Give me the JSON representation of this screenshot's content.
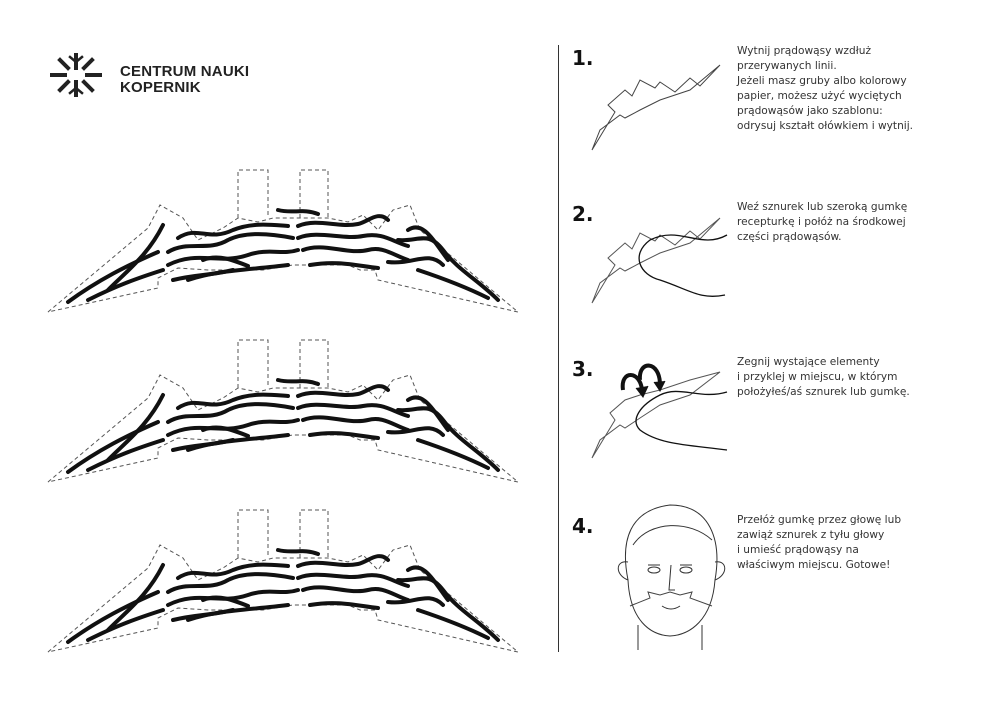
{
  "logo": {
    "line1": "CENTRUM NAUKI",
    "line2": "KOPERNIK"
  },
  "steps": [
    {
      "number": "1.",
      "lines": [
        "Wytnij prądowąsy wzdłuż",
        "przerywanych linii.",
        "Jeżeli masz gruby albo kolorowy",
        "papier, możesz użyć wyciętych",
        "prądowąsów jako szablonu:",
        "odrysuj kształt ołówkiem i wytnij."
      ]
    },
    {
      "number": "2.",
      "lines": [
        "Weź sznurek lub szeroką gumkę",
        "recepturkę i połóż na środkowej",
        "części prądowąsów."
      ]
    },
    {
      "number": "3.",
      "lines": [
        "Zegnij wystające elementy",
        "i przyklej w miejscu, w którym",
        "położyłeś/aś sznurek lub gumkę."
      ]
    },
    {
      "number": "4.",
      "lines": [
        "Przełóż gumkę przez głowę lub",
        "zawiąż sznurek z tyłu głowy",
        "i umieść prądowąsy na",
        "właściwym miejscu. Gotowe!"
      ]
    }
  ]
}
